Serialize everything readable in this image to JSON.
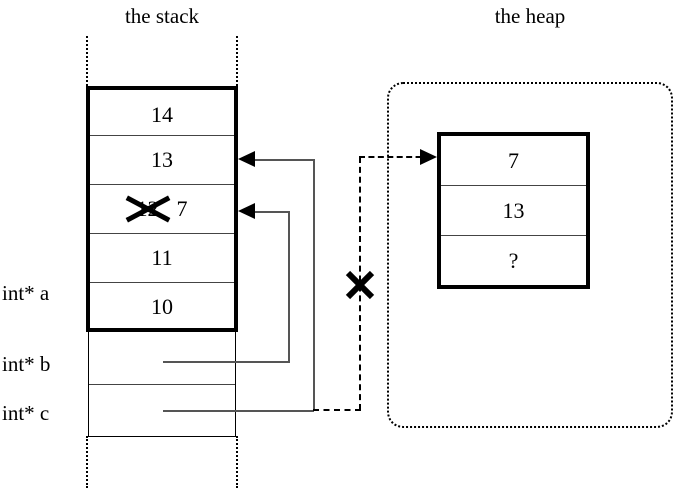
{
  "diagram": {
    "title_stack": "the stack",
    "title_heap": "the heap",
    "stack": {
      "bold_cells": [
        {
          "value": "14"
        },
        {
          "value": "13"
        },
        {
          "old_value": "12",
          "new_value": "7",
          "struck": true
        },
        {
          "value": "11"
        },
        {
          "value": "10"
        }
      ],
      "thin_cells": [
        {
          "value": ""
        },
        {
          "value": ""
        }
      ],
      "labels": [
        {
          "name": "int* a"
        },
        {
          "name": "int* b"
        },
        {
          "name": "int* c"
        }
      ]
    },
    "heap": {
      "cells": [
        {
          "value": "7"
        },
        {
          "value": "13"
        },
        {
          "value": "?"
        }
      ]
    },
    "markers": {
      "severed_pointer_x": "✕",
      "overwritten_value_x": "✕"
    },
    "colors": {
      "ink": "#000000",
      "wire": "#555555",
      "background": "#ffffff"
    }
  }
}
